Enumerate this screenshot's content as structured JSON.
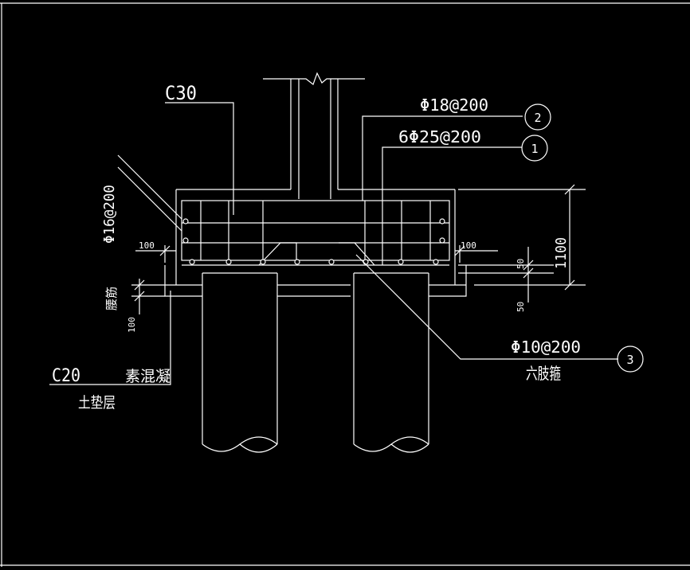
{
  "drawing": {
    "concrete_grade_main": "C30",
    "rebar_top": "Φ18@200",
    "rebar_main": "6Φ25@200",
    "rebar_side": "Φ16@200",
    "side_rebar_note": "腰筋",
    "stirrup": "Φ10@200",
    "stirrup_note": "六肢箍",
    "callout_1": "1",
    "callout_2": "2",
    "callout_3": "3",
    "dim_100_left": "100",
    "dim_100_right": "100",
    "dim_100_bottom": "100",
    "dim_50_top": "50",
    "dim_50_bottom": "50",
    "dim_1100": "1100",
    "cushion_grade": "C20",
    "cushion_material": "素混凝",
    "cushion_layer": "土垫层"
  }
}
